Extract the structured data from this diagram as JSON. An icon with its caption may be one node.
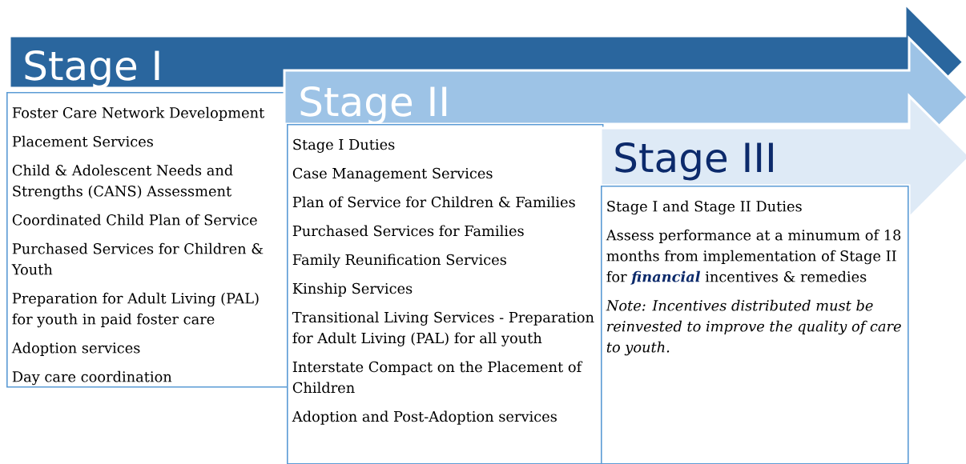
{
  "diagram": {
    "nodes": [
      {
        "text": [
          "Stage I"
        ]
      },
      {
        "text": [
          "Foster Care Network Development",
          "Placement Services",
          "Child & Adolescent Needs and Strengths (CANS) Assessment",
          "Coordinated Child Plan of Service",
          "Purchased Services for Children & Youth",
          "Preparation for Adult Living (PAL) for youth in paid foster care",
          "Adoption services",
          "Day care coordination"
        ]
      },
      {
        "text": [
          "Stage II"
        ]
      },
      {
        "text": [
          "Stage I Duties",
          "Case Management Services",
          "Plan of Service for Children & Families",
          "Purchased Services for Families",
          "Family Reunification Services",
          "Kinship Services",
          "Transitional Living Services - Preparation for Adult Living (PAL) for all youth",
          "Interstate Compact on the Placement of Children",
          "Adoption and Post-Adoption services"
        ]
      },
      {
        "text": [
          "Stage III"
        ]
      },
      {
        "text": [
          "Stage I and Stage II Duties",
          "Assess performance at a minumum of 18 months from implementation of Stage II for **financial** incentives & remedies",
          "Note: Incentives distributed must be reinvested to improve the quality of care to youth."
        ]
      }
    ]
  }
}
